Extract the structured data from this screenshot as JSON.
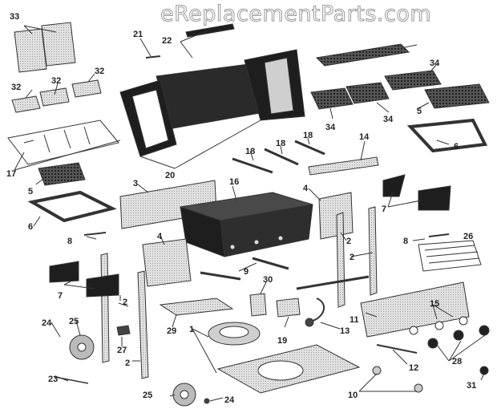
{
  "watermark": "eReplacementParts.com",
  "callouts": [
    {
      "text": "1"
    },
    {
      "text": "2"
    },
    {
      "text": "2"
    },
    {
      "text": "2"
    },
    {
      "text": "2"
    },
    {
      "text": "3"
    },
    {
      "text": "4"
    },
    {
      "text": "4"
    },
    {
      "text": "5"
    },
    {
      "text": "5"
    },
    {
      "text": "6"
    },
    {
      "text": "6"
    },
    {
      "text": "7"
    },
    {
      "text": "7"
    },
    {
      "text": "8"
    },
    {
      "text": "8"
    },
    {
      "text": "9"
    },
    {
      "text": "10"
    },
    {
      "text": "11"
    },
    {
      "text": "12"
    },
    {
      "text": "13"
    },
    {
      "text": "14"
    },
    {
      "text": "15"
    },
    {
      "text": "16"
    },
    {
      "text": "17"
    },
    {
      "text": "18"
    },
    {
      "text": "18"
    },
    {
      "text": "18"
    },
    {
      "text": "19"
    },
    {
      "text": "20"
    },
    {
      "text": "21"
    },
    {
      "text": "22"
    },
    {
      "text": "23"
    },
    {
      "text": "24"
    },
    {
      "text": "24"
    },
    {
      "text": "25"
    },
    {
      "text": "25"
    },
    {
      "text": "26"
    },
    {
      "text": "27"
    },
    {
      "text": "28"
    },
    {
      "text": "29"
    },
    {
      "text": "30"
    },
    {
      "text": "31"
    },
    {
      "text": "32"
    },
    {
      "text": "32"
    },
    {
      "text": "32"
    },
    {
      "text": "33"
    },
    {
      "text": "34"
    },
    {
      "text": "34"
    },
    {
      "text": "34"
    }
  ],
  "colors": {
    "line": "#333333",
    "dark": "#1e1e1e",
    "gray": "#b8b8b8",
    "light": "#dedede"
  }
}
